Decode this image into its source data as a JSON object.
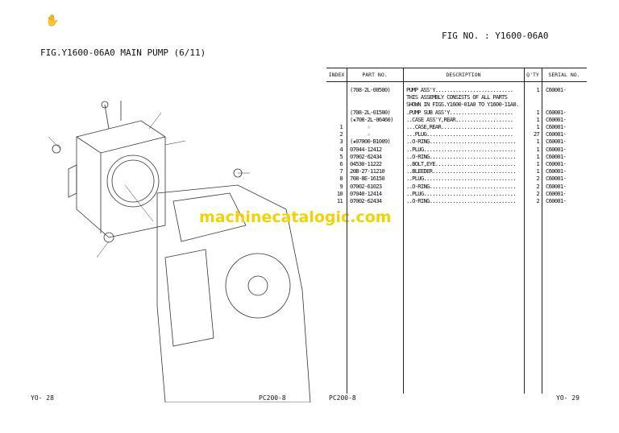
{
  "header": {
    "fig_no": "FIG NO. : Y1600-06A0",
    "title": "FIG.Y1600-06A0  MAIN PUMP (6/11)"
  },
  "icons": {
    "hand": "hand-cursor-icon"
  },
  "table": {
    "columns": [
      "INDEX",
      "PART NO.",
      "DESCRIPTION",
      "Q'TY",
      "SERIAL NO."
    ],
    "rows": [
      {
        "index": "",
        "part": "(708-2L-00500)",
        "desc": "PUMP ASS'Y...........................",
        "qty": "1",
        "serial": "C60001-"
      },
      {
        "index": "",
        "part": "",
        "desc": "THIS ASSEMBLY CONSISTS OF ALL PARTS",
        "qty": "",
        "serial": ""
      },
      {
        "index": "",
        "part": "",
        "desc": "SHOWN IN FIGS.Y1600-01A0 TO Y1600-11A0.",
        "qty": "",
        "serial": ""
      },
      {
        "index": "",
        "part": "(708-2L-01500)",
        "desc": ".PUMP SUB ASS'Y......................",
        "qty": "1",
        "serial": "C60001-"
      },
      {
        "index": "",
        "part": "(★708-2L-06460)",
        "desc": "..CASE ASS'Y,REAR....................",
        "qty": "1",
        "serial": "C60001-"
      },
      {
        "index": "1",
        "part": "      ☆",
        "desc": "...CASE,REAR.........................",
        "qty": "1",
        "serial": "C60001-"
      },
      {
        "index": "2",
        "part": "      ☆",
        "desc": "...PLUG..............................",
        "qty": "27",
        "serial": "C60001-"
      },
      {
        "index": "3",
        "part": "(★07000-B1009)",
        "desc": "..O-RING..............................",
        "qty": "1",
        "serial": "C60001-"
      },
      {
        "index": "4",
        "part": "07044-12412",
        "desc": "..PLUG................................",
        "qty": "1",
        "serial": "C60001-"
      },
      {
        "index": "5",
        "part": "07002-62434",
        "desc": "..O-RING..............................",
        "qty": "1",
        "serial": "C60001-"
      },
      {
        "index": "6",
        "part": "04530-11222",
        "desc": "..BOLT,EYE............................",
        "qty": "1",
        "serial": "C60001-"
      },
      {
        "index": "7",
        "part": "20B-27-11210",
        "desc": "..BLEEDER.............................",
        "qty": "1",
        "serial": "C60001-"
      },
      {
        "index": "8",
        "part": "708-8E-16150",
        "desc": "..PLUG................................",
        "qty": "2",
        "serial": "C60001-"
      },
      {
        "index": "9",
        "part": "07002-61023",
        "desc": "..O-RING..............................",
        "qty": "2",
        "serial": "C60001-"
      },
      {
        "index": "10",
        "part": "07040-12414",
        "desc": "..PLUG................................",
        "qty": "2",
        "serial": "C60001-"
      },
      {
        "index": "11",
        "part": "07002-62434",
        "desc": "..O-RING..............................",
        "qty": "2",
        "serial": "C60001-"
      }
    ]
  },
  "watermark": "machinecatalogic.com",
  "footer": {
    "left_page": "YO- 28",
    "left_model": "PC200-8",
    "right_model": "PC200-8",
    "right_page": "YO- 29"
  }
}
